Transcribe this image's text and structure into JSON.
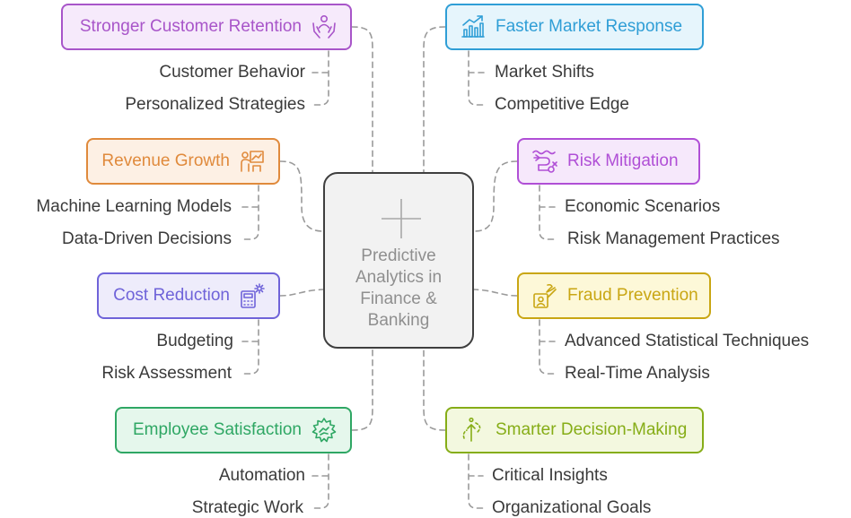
{
  "center": {
    "title": "Predictive Analytics in Finance & Banking",
    "lines": [
      "Predictive",
      "Analytics in",
      "Finance &",
      "Banking"
    ]
  },
  "benefits": [
    {
      "title": "Stronger Customer Retention",
      "icon": "people-care-icon",
      "color": "#a855c9",
      "fill": "#f6eafb",
      "details": [
        "Customer Behavior",
        "Personalized Strategies"
      ]
    },
    {
      "title": "Faster Market Response",
      "icon": "bar-chart-growth-icon",
      "color": "#2f9ed6",
      "fill": "#e6f5fc",
      "details": [
        "Market Shifts",
        "Competitive Edge"
      ]
    },
    {
      "title": "Revenue Growth",
      "icon": "presenter-chart-icon",
      "color": "#e08a3c",
      "fill": "#fdf0e4",
      "details": [
        "Machine Learning Models",
        "Data-Driven Decisions"
      ]
    },
    {
      "title": "Risk Mitigation",
      "icon": "risk-path-icon",
      "color": "#b04fd6",
      "fill": "#f6e8fb",
      "details": [
        "Economic Scenarios",
        "Risk Management Practices"
      ]
    },
    {
      "title": "Cost Reduction",
      "icon": "calculator-gear-icon",
      "color": "#6f63d9",
      "fill": "#eeecfb",
      "details": [
        "Budgeting",
        "Risk Assessment"
      ]
    },
    {
      "title": "Fraud Prevention",
      "icon": "id-signature-icon",
      "color": "#c9a613",
      "fill": "#fdf8d8",
      "details": [
        "Advanced Statistical Techniques",
        "Real-Time Analysis"
      ]
    },
    {
      "title": "Employee Satisfaction",
      "icon": "gear-hand-icon",
      "color": "#2fa764",
      "fill": "#e5f7ec",
      "details": [
        "Automation",
        "Strategic Work"
      ]
    },
    {
      "title": "Smarter Decision-Making",
      "icon": "path-flag-icon",
      "color": "#86ad17",
      "fill": "#f3f8df",
      "details": [
        "Critical Insights",
        "Organizational Goals"
      ]
    }
  ]
}
